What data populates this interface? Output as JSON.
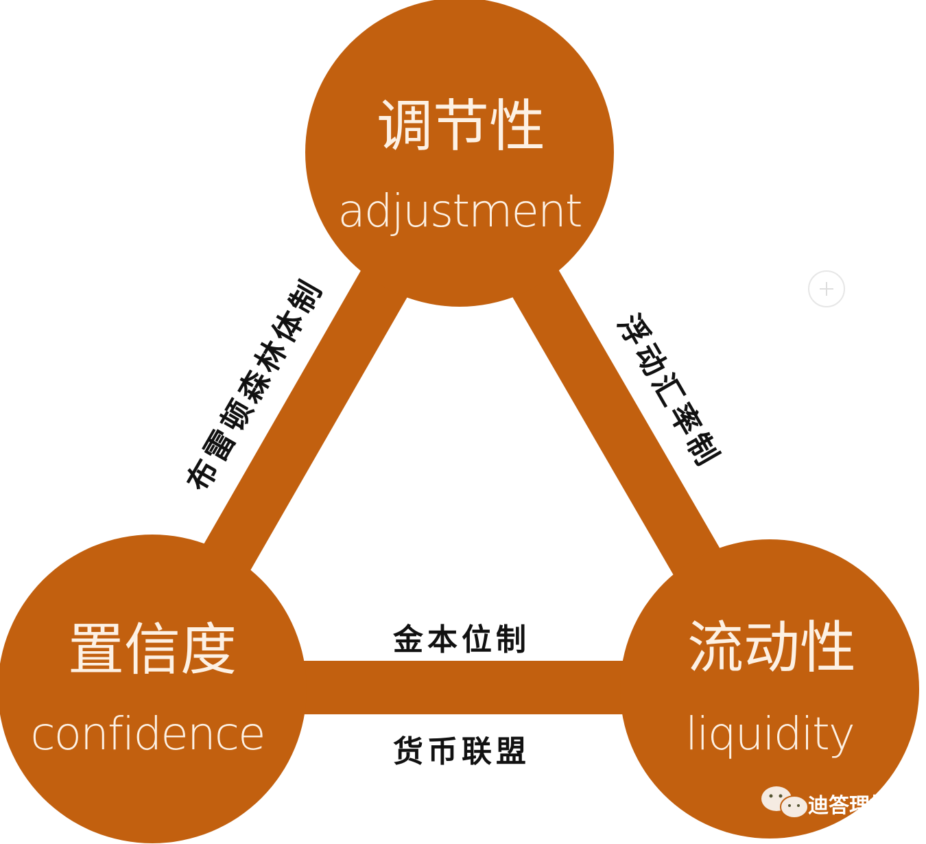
{
  "colors": {
    "accent": "#c2600f",
    "circle_text": "#fdf1e4",
    "label_text": "#111111"
  },
  "nodes": {
    "top": {
      "cn": "调节性",
      "en": "adjustment"
    },
    "left": {
      "cn": "置信度",
      "en": "confidence"
    },
    "right": {
      "cn": "流动性",
      "en": "liquidity"
    }
  },
  "edges": {
    "left": "布雷顿森林体制",
    "right": "浮动汇率制",
    "bottom_top": "金本位制",
    "bottom_bottom": "货币联盟"
  },
  "watermark": {
    "icon": "wechat-icon",
    "text": "迪答理投"
  },
  "plus_icon": "plus-icon"
}
